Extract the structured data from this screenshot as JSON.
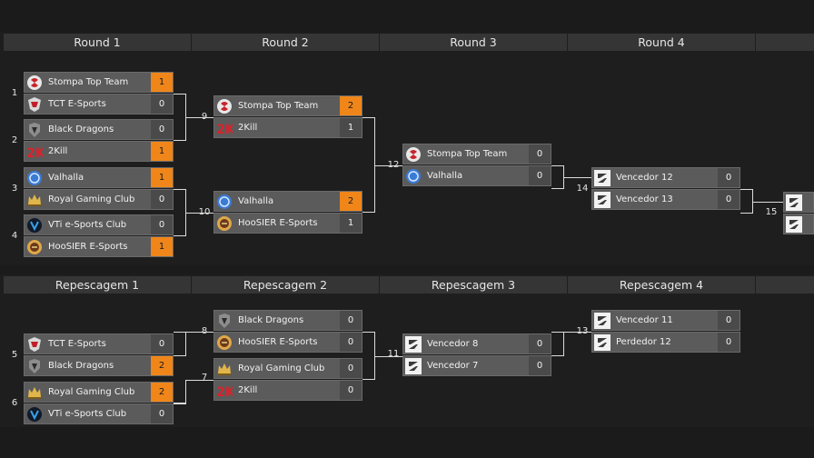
{
  "headers": [
    "Round 1",
    "Round 2",
    "Round 3",
    "Round 4",
    "Repescagem 1",
    "Repescagem 2",
    "Repescagem 3",
    "Repescagem 4"
  ],
  "colors": {
    "win": "#f0861a",
    "slot": "#5b5b5b",
    "score": "#4a4a4a",
    "header": "#353535"
  },
  "match_numbers": [
    "1",
    "2",
    "3",
    "4",
    "5",
    "6",
    "7",
    "8",
    "9",
    "10",
    "11",
    "12",
    "13",
    "14",
    "15"
  ],
  "slots": [
    {
      "name": "Stompa Top Team",
      "score": "1",
      "win": true,
      "icon": "stompa-logo-icon"
    },
    {
      "name": "TCT E-Sports",
      "score": "0",
      "win": false,
      "icon": "tct-logo-icon"
    },
    {
      "name": "Black Dragons",
      "score": "0",
      "win": false,
      "icon": "black-dragons-logo-icon"
    },
    {
      "name": "2Kill",
      "score": "1",
      "win": true,
      "icon": "2kill-logo-icon"
    },
    {
      "name": "Valhalla",
      "score": "1",
      "win": true,
      "icon": "valhalla-logo-icon"
    },
    {
      "name": "Royal Gaming Club",
      "score": "0",
      "win": false,
      "icon": "royal-logo-icon"
    },
    {
      "name": "VTi e-Sports Club",
      "score": "0",
      "win": false,
      "icon": "vti-logo-icon"
    },
    {
      "name": "HooSIER E-Sports",
      "score": "1",
      "win": true,
      "icon": "hoosier-logo-icon"
    },
    {
      "name": "Stompa Top Team",
      "score": "2",
      "win": true,
      "icon": "stompa-logo-icon"
    },
    {
      "name": "2Kill",
      "score": "1",
      "win": false,
      "icon": "2kill-logo-icon"
    },
    {
      "name": "Valhalla",
      "score": "2",
      "win": true,
      "icon": "valhalla-logo-icon"
    },
    {
      "name": "HooSIER E-Sports",
      "score": "1",
      "win": false,
      "icon": "hoosier-logo-icon"
    },
    {
      "name": "Stompa Top Team",
      "score": "0",
      "win": false,
      "icon": "stompa-logo-icon"
    },
    {
      "name": "Valhalla",
      "score": "0",
      "win": false,
      "icon": "valhalla-logo-icon"
    },
    {
      "name": "Vencedor 12",
      "score": "0",
      "win": false,
      "icon": "placeholder-logo-icon"
    },
    {
      "name": "Vencedor 13",
      "score": "0",
      "win": false,
      "icon": "placeholder-logo-icon"
    },
    {
      "name": "TCT E-Sports",
      "score": "0",
      "win": false,
      "icon": "tct-logo-icon"
    },
    {
      "name": "Black Dragons",
      "score": "2",
      "win": true,
      "icon": "black-dragons-logo-icon"
    },
    {
      "name": "Royal Gaming Club",
      "score": "2",
      "win": true,
      "icon": "royal-logo-icon"
    },
    {
      "name": "VTi e-Sports Club",
      "score": "0",
      "win": false,
      "icon": "vti-logo-icon"
    },
    {
      "name": "Black Dragons",
      "score": "0",
      "win": false,
      "icon": "black-dragons-logo-icon"
    },
    {
      "name": "HooSIER E-Sports",
      "score": "0",
      "win": false,
      "icon": "hoosier-logo-icon"
    },
    {
      "name": "Royal Gaming Club",
      "score": "0",
      "win": false,
      "icon": "royal-logo-icon"
    },
    {
      "name": "2Kill",
      "score": "0",
      "win": false,
      "icon": "2kill-logo-icon"
    },
    {
      "name": "Vencedor 8",
      "score": "0",
      "win": false,
      "icon": "placeholder-logo-icon"
    },
    {
      "name": "Vencedor 7",
      "score": "0",
      "win": false,
      "icon": "placeholder-logo-icon"
    },
    {
      "name": "Vencedor 11",
      "score": "0",
      "win": false,
      "icon": "placeholder-logo-icon"
    },
    {
      "name": "Perdedor 12",
      "score": "0",
      "win": false,
      "icon": "placeholder-logo-icon"
    }
  ]
}
